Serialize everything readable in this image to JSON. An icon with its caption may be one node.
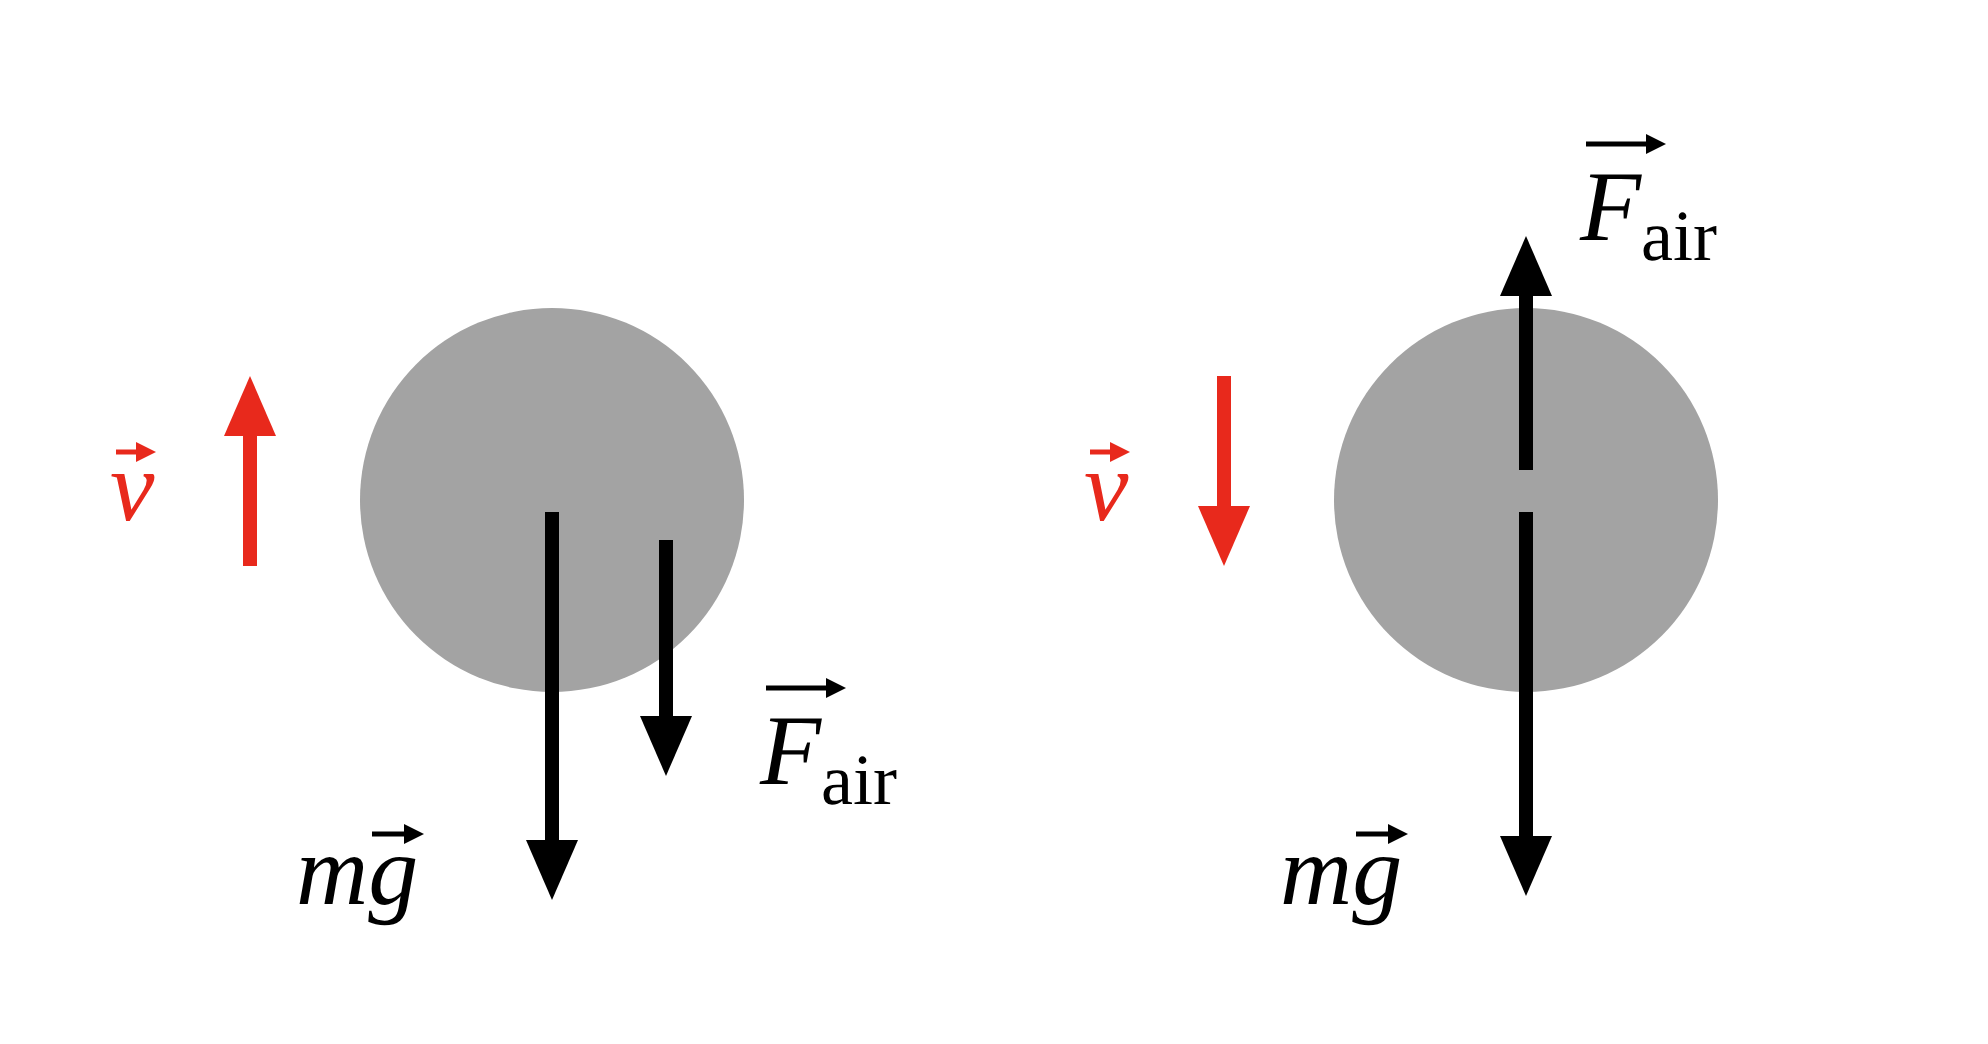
{
  "diagram": {
    "nodes": [
      {
        "text": [],
        "shape": "circle"
      },
      {
        "text": [],
        "shape": "circle"
      }
    ],
    "labels": [
      "v",
      "mg",
      "F$_{air}$",
      "v",
      "F$_{air}$",
      "mg"
    ]
  }
}
